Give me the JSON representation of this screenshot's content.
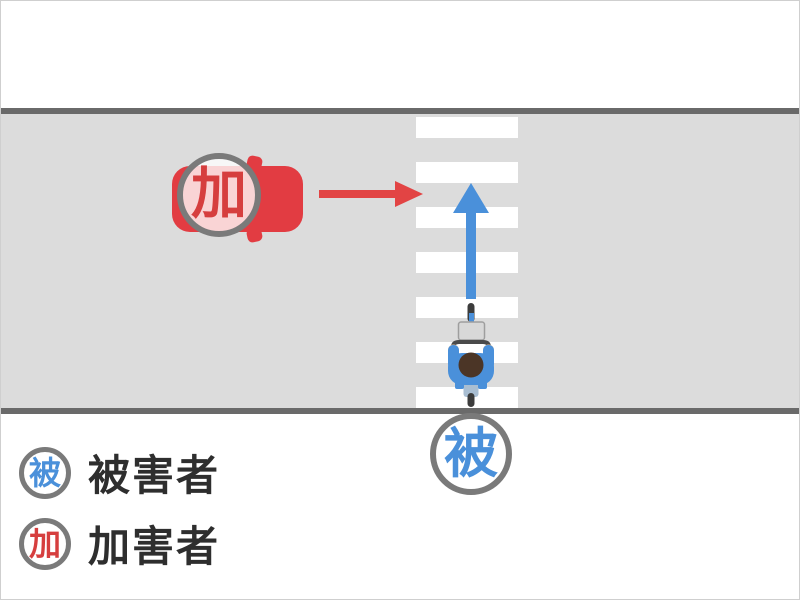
{
  "colors": {
    "road_surface": "#dcdcdc",
    "road_edge": "#6a6a6a",
    "crosswalk_stripe": "#ffffff",
    "car_red": "#e23c42",
    "arrow_red": "#e24444",
    "perpetrator_text_red": "#d63e3e",
    "victim_blue": "#4a90da",
    "badge_border": "#7a7a7a",
    "legend_text": "#2e2e2e"
  },
  "scene": {
    "crosswalk": {
      "stripe_count": 7
    },
    "perpetrator_badge": "加",
    "victim_badge": "被",
    "perpetrator_arrow_direction": "right",
    "victim_arrow_direction": "up"
  },
  "legend": {
    "items": [
      {
        "badge": "被",
        "label": "被害者",
        "color_role": "victim"
      },
      {
        "badge": "加",
        "label": "加害者",
        "color_role": "perpetrator"
      }
    ]
  }
}
